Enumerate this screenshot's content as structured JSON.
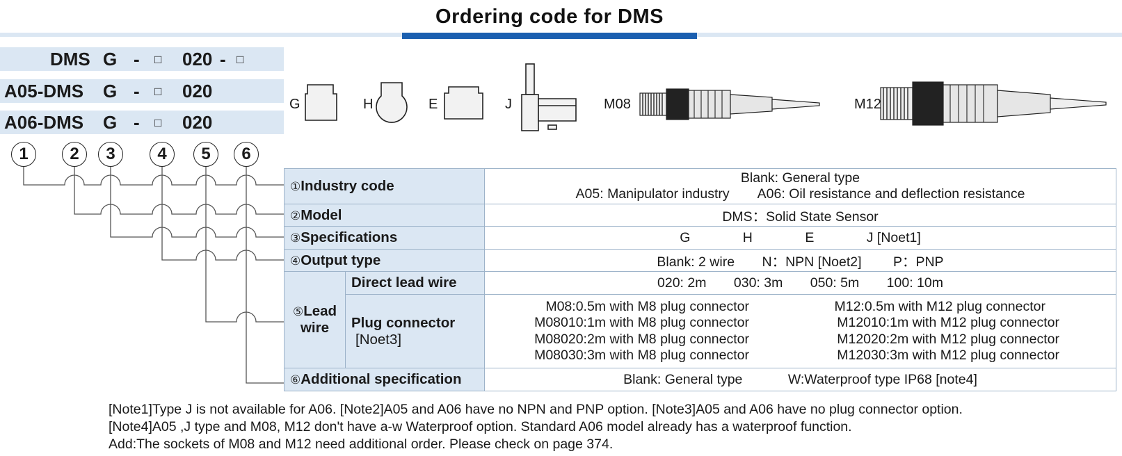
{
  "title": "Ordering code for DMS",
  "code_rows": [
    {
      "prefix": "DMS",
      "g": "G",
      "dash1": "-",
      "box": "□",
      "len": "020",
      "dash2": "-",
      "box2": "□"
    },
    {
      "prefix": "A05-DMS",
      "g": "G",
      "dash1": "-",
      "box": "□",
      "len": "020"
    },
    {
      "prefix": "A06-DMS",
      "g": "G",
      "dash1": "-",
      "box": "□",
      "len": "020"
    }
  ],
  "circle_numbers": [
    "1",
    "2",
    "3",
    "4",
    "5",
    "6"
  ],
  "shapes": [
    "G",
    "H",
    "E",
    "J",
    "M08",
    "M12"
  ],
  "table": {
    "industry": {
      "label": "Industry code",
      "num": "①",
      "line1": "Blank: General type",
      "line2a": "A05: Manipulator industry",
      "line2b": "A06: Oil resistance and deflection resistance"
    },
    "model": {
      "label": "Model",
      "num": "②",
      "value": "DMS：Solid State Sensor"
    },
    "spec": {
      "label": "Specifications",
      "num": "③",
      "opts": [
        "G",
        "H",
        "E",
        "J [Noet1]"
      ]
    },
    "output": {
      "label": "Output type",
      "num": "④",
      "opts": [
        "Blank: 2 wire",
        "N：NPN [Noet2]",
        "P：PNP"
      ]
    },
    "lead": {
      "num": "⑤",
      "label1": "Lead",
      "label2": "wire",
      "direct_label": "Direct lead wire",
      "direct_opts": [
        "020: 2m",
        "030: 3m",
        "050: 5m",
        "100: 10m"
      ],
      "plug_label": "Plug connector",
      "plug_note": "[Noet3]",
      "plug_left": [
        "M08:0.5m with M8 plug connector",
        "M08010:1m with M8 plug connector",
        "M08020:2m with M8 plug connector",
        "M08030:3m with M8 plug connector"
      ],
      "plug_right": [
        "M12:0.5m with M12 plug connector",
        "M12010:1m with M12 plug connector",
        "M12020:2m with M12 plug connector",
        "M12030:3m with M12 plug connector"
      ]
    },
    "additional": {
      "label": "Additional specification",
      "num": "⑥",
      "opts": [
        "Blank: General type",
        "W:Waterproof type IP68 [note4]"
      ]
    }
  },
  "notes": [
    "[Note1]Type J is not available for A06. [Note2]A05 and A06 have no NPN and PNP option. [Note3]A05 and A06 have no plug connector option.",
    "[Note4]A05 ,J type and M08, M12 don't have a-w Waterproof option. Standard A06 model already has a waterproof function.",
    "Add:The sockets of M08 and M12 need additional order. Please check on page 374."
  ]
}
